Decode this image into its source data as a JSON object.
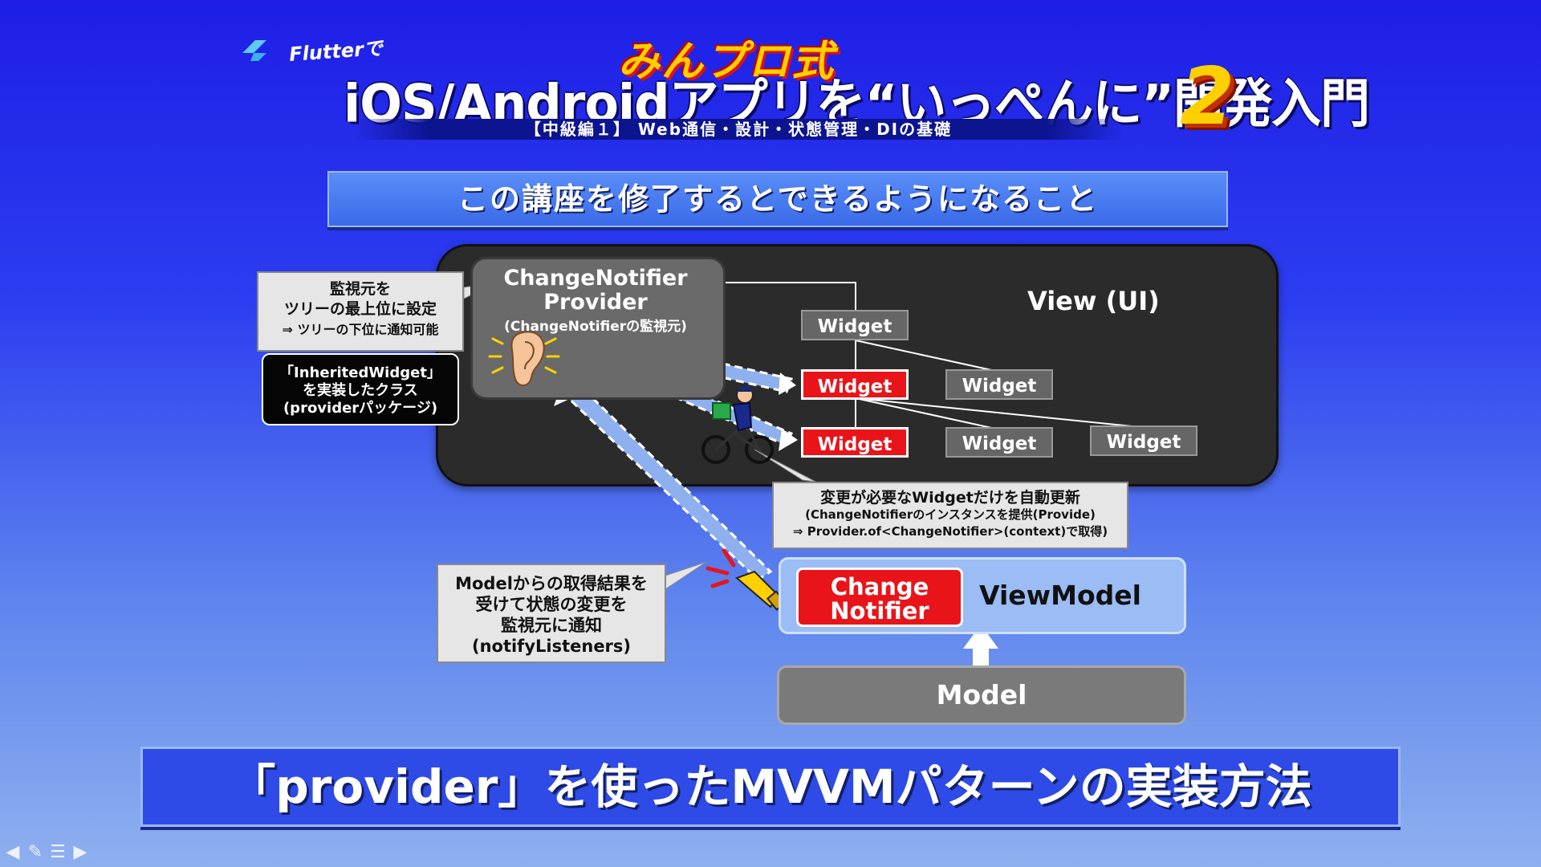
{
  "header": {
    "flutter_label": "Flutterで",
    "brand": "みんプロ式",
    "course_title": "iOS/Androidアプリを“いっぺんに”開発入門",
    "course_number": "2",
    "subtitle": "【中級編１】 Web通信・設計・状態管理・DIの基礎"
  },
  "section_banner": "この講座を修了するとできるようになること",
  "diagram": {
    "view_label": "View (UI)",
    "provider": {
      "title_line1": "ChangeNotifier",
      "title_line2": "Provider",
      "subtitle": "(ChangeNotifierの監視元)"
    },
    "widgets": {
      "root": "Widget",
      "mid_red": "Widget",
      "mid_right": "Widget",
      "low_red": "Widget",
      "low_mid": "Widget",
      "low_right": "Widget"
    },
    "callout_top_left": {
      "line1": "監視元を",
      "line2": "ツリーの最上位に設定",
      "line3": "⇒ ツリーの下位に通知可能"
    },
    "callout_inherited": {
      "line1": "「InheritedWidget」",
      "line2": "を実装したクラス",
      "line3": "(providerパッケージ)"
    },
    "callout_auto_update": {
      "line1": "変更が必要なWidgetだけを自動更新",
      "line2": "(ChangeNotifierのインスタンスを提供(Provide)",
      "line3": "⇒ Provider.of<ChangeNotifier>(context)で取得)"
    },
    "callout_notify": {
      "line1": "Modelからの取得結果を",
      "line2": "受けて状態の変更を",
      "line3": "監視元に通知",
      "line4": "(notifyListeners)"
    },
    "change_notifier": {
      "line1": "Change",
      "line2": "Notifier"
    },
    "viewmodel_label": "ViewModel",
    "model_label": "Model"
  },
  "bottom_banner": "「provider」を使ったMVVMパターンの実装方法",
  "colors": {
    "widget_highlight": "#e8141a",
    "panel_dark": "#2b2b2b",
    "accent_yellow": "#ffd000"
  },
  "nav_icons": [
    "arrow-left-icon",
    "pen-icon",
    "menu-icon",
    "arrow-right-icon"
  ]
}
